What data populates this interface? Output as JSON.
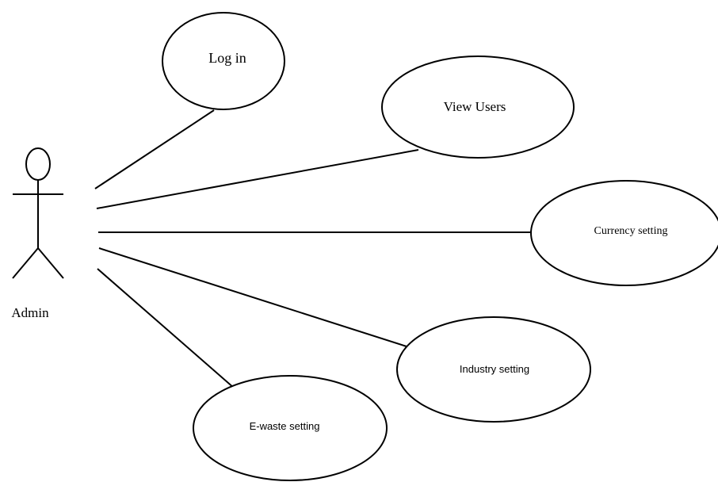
{
  "actor": {
    "name": "Admin",
    "icon": "stick-figure-icon"
  },
  "use_cases": [
    {
      "id": "login",
      "label": "Log in"
    },
    {
      "id": "view-users",
      "label": "View Users"
    },
    {
      "id": "currency-setting",
      "label": "Currency setting"
    },
    {
      "id": "industry-setting",
      "label": "Industry setting"
    },
    {
      "id": "ewaste-setting",
      "label": "E-waste setting"
    }
  ],
  "associations": [
    {
      "from": "Admin",
      "to": "Log in"
    },
    {
      "from": "Admin",
      "to": "View Users"
    },
    {
      "from": "Admin",
      "to": "Currency setting"
    },
    {
      "from": "Admin",
      "to": "Industry setting"
    },
    {
      "from": "Admin",
      "to": "E-waste setting"
    }
  ],
  "colors": {
    "stroke": "#000000",
    "background": "#ffffff"
  }
}
